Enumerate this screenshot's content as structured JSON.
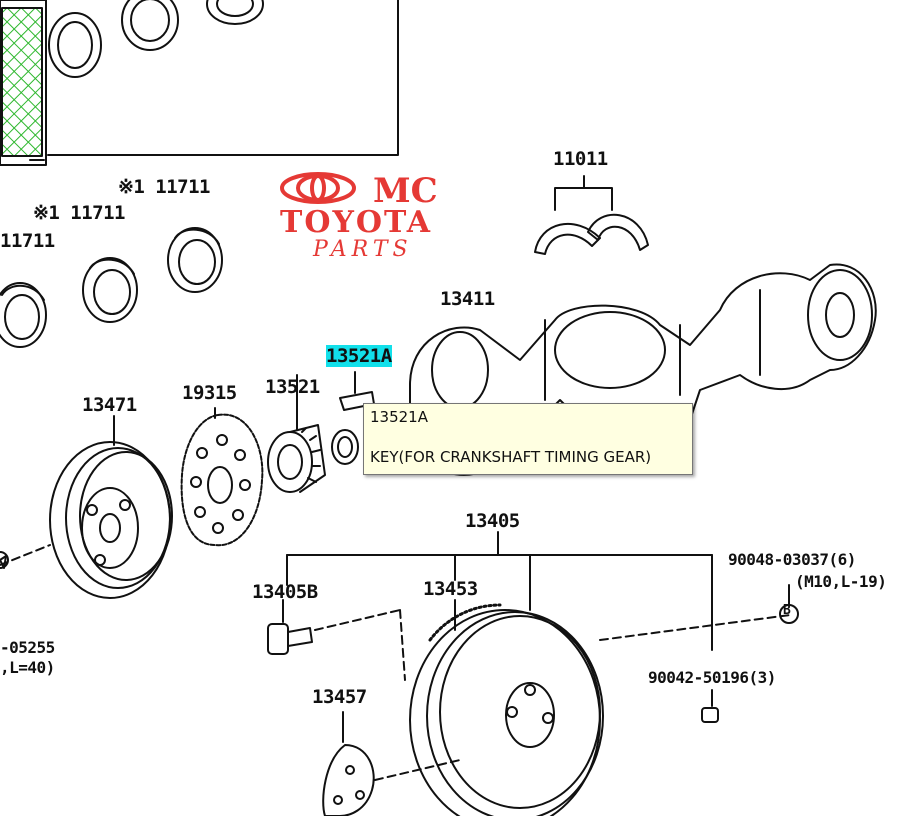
{
  "logo": {
    "brand": "MC",
    "company": "TOYOTA",
    "sub": "PARTS",
    "color": "#e53935"
  },
  "labels": {
    "p11011": "11011",
    "p11711_a": "※1 11711",
    "p11711_b": "※1 11711",
    "p11711_c": "11711",
    "p13411": "13411",
    "p13521a": "13521A",
    "p13521": "13521",
    "p19315": "19315",
    "p13471": "13471",
    "p13405": "13405",
    "p13405b": "13405B",
    "p13453": "13453",
    "p13457": "13457",
    "p90048": "90048-03037(6)",
    "p90048_spec": "(M10,L-19)",
    "p90042": "90042-50196(3)",
    "p_left_bolt": "-05255",
    "p_left_bolt_spec": ",L=40)",
    "ref_b": "B"
  },
  "tooltip": {
    "part": "13521A",
    "description": "KEY(FOR CRANKSHAFT TIMING GEAR)"
  },
  "colors": {
    "highlight": "#12e0ea",
    "tooltip_bg": "#ffffe1",
    "mesh": "#2fb82f"
  }
}
